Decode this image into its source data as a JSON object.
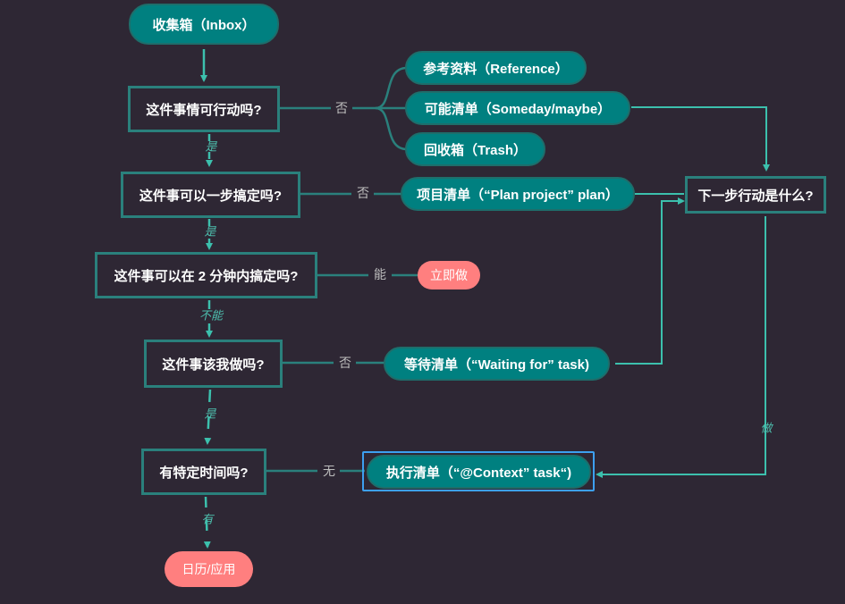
{
  "nodes": {
    "inbox": "收集箱（Inbox）",
    "actionable": "这件事情可行动吗?",
    "reference": "参考资料（Reference）",
    "someday": "可能清单（Someday/maybe）",
    "trash": "回收箱（Trash）",
    "one_step": "这件事可以一步搞定吗?",
    "project": "项目清单（“Plan project” plan）",
    "next_action": "下一步行动是什么?",
    "two_min": "这件事可以在 2 分钟内搞定吗?",
    "do_now": "立即做",
    "should_i": "这件事该我做吗?",
    "waiting": "等待清单（“Waiting for” task)",
    "specific_time": "有特定时间吗?",
    "context": "执行清单（“@Context” task“)",
    "calendar": "日历/应用"
  },
  "edge_labels": {
    "no_1": "否",
    "yes_1": "是",
    "no_2": "否",
    "yes_2": "是",
    "can": "能",
    "cannot": "不能",
    "no_3": "否",
    "yes_3": "是",
    "none": "无",
    "has": "有",
    "do": "做"
  },
  "colors": {
    "background": "#2e2734",
    "pill_fill": "#008080",
    "box_border": "#2a807c",
    "connector": "#3cc0ad",
    "highlight": "#ff7f7f",
    "selection": "#3da0f0"
  }
}
